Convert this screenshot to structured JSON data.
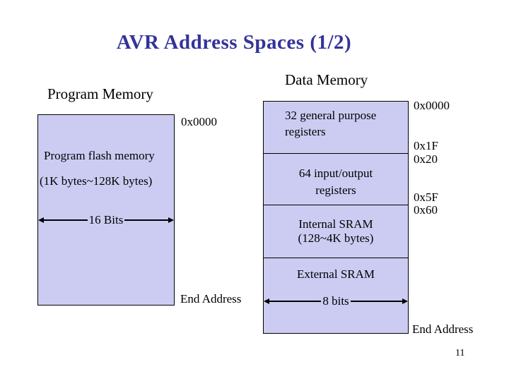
{
  "slide": {
    "title": "AVR Address Spaces (1/2)",
    "page_number": "11",
    "colors": {
      "title_text": "#333399",
      "box_fill": "#CCCCF3",
      "box_border": "#000000",
      "body_text": "#000000",
      "background": "#FFFFFF"
    }
  },
  "program_memory": {
    "heading": "Program Memory",
    "top_address": "0x0000",
    "box_lines": [
      "Program flash memory",
      "(1K bytes~128K bytes)"
    ],
    "width_label": "16 Bits",
    "end_label": "End Address"
  },
  "data_memory": {
    "heading": "Data Memory",
    "segments": [
      {
        "label_lines": [
          "32 general purpose",
          "registers"
        ]
      },
      {
        "label_lines": [
          "64 input/output",
          "registers"
        ]
      },
      {
        "label_lines": [
          "Internal SRAM",
          "(128~4K bytes)"
        ]
      },
      {
        "label_lines": [
          "External SRAM"
        ]
      }
    ],
    "addresses": [
      "0x0000",
      "0x1F",
      "0x20",
      "0x5F",
      "0x60"
    ],
    "width_label": "8 bits",
    "end_label": "End Address"
  }
}
